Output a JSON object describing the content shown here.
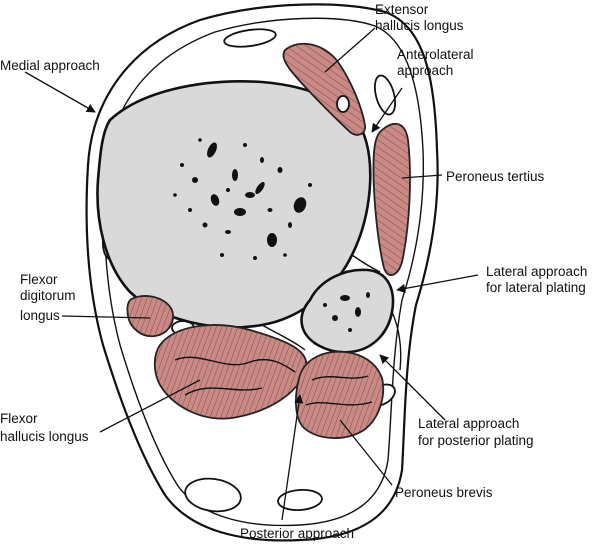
{
  "labels": {
    "medial_approach": "Medial approach",
    "extensor_line1": "Extensor",
    "extensor_line2": "hallucis longus",
    "anterolateral_line1": "Anterolateral",
    "anterolateral_line2": "approach",
    "peroneus_tertius": "Peroneus tertius",
    "lateral_lateral_line1": "Lateral approach",
    "lateral_lateral_line2": "for lateral plating",
    "fdl_line1": "Flexor",
    "fdl_line2": "digitorum",
    "fdl_line3": "longus",
    "fhl_line1": "Flexor",
    "fhl_line2": "hallucis longus",
    "lateral_posterior_line1": "Lateral approach",
    "lateral_posterior_line2": "for posterior plating",
    "peroneus_brevis": "Peroneus brevis",
    "posterior_approach": "Posterior approach"
  },
  "colors": {
    "muscle": "#c98a85",
    "bone": "#d9d9d9",
    "ink": "#111111"
  }
}
